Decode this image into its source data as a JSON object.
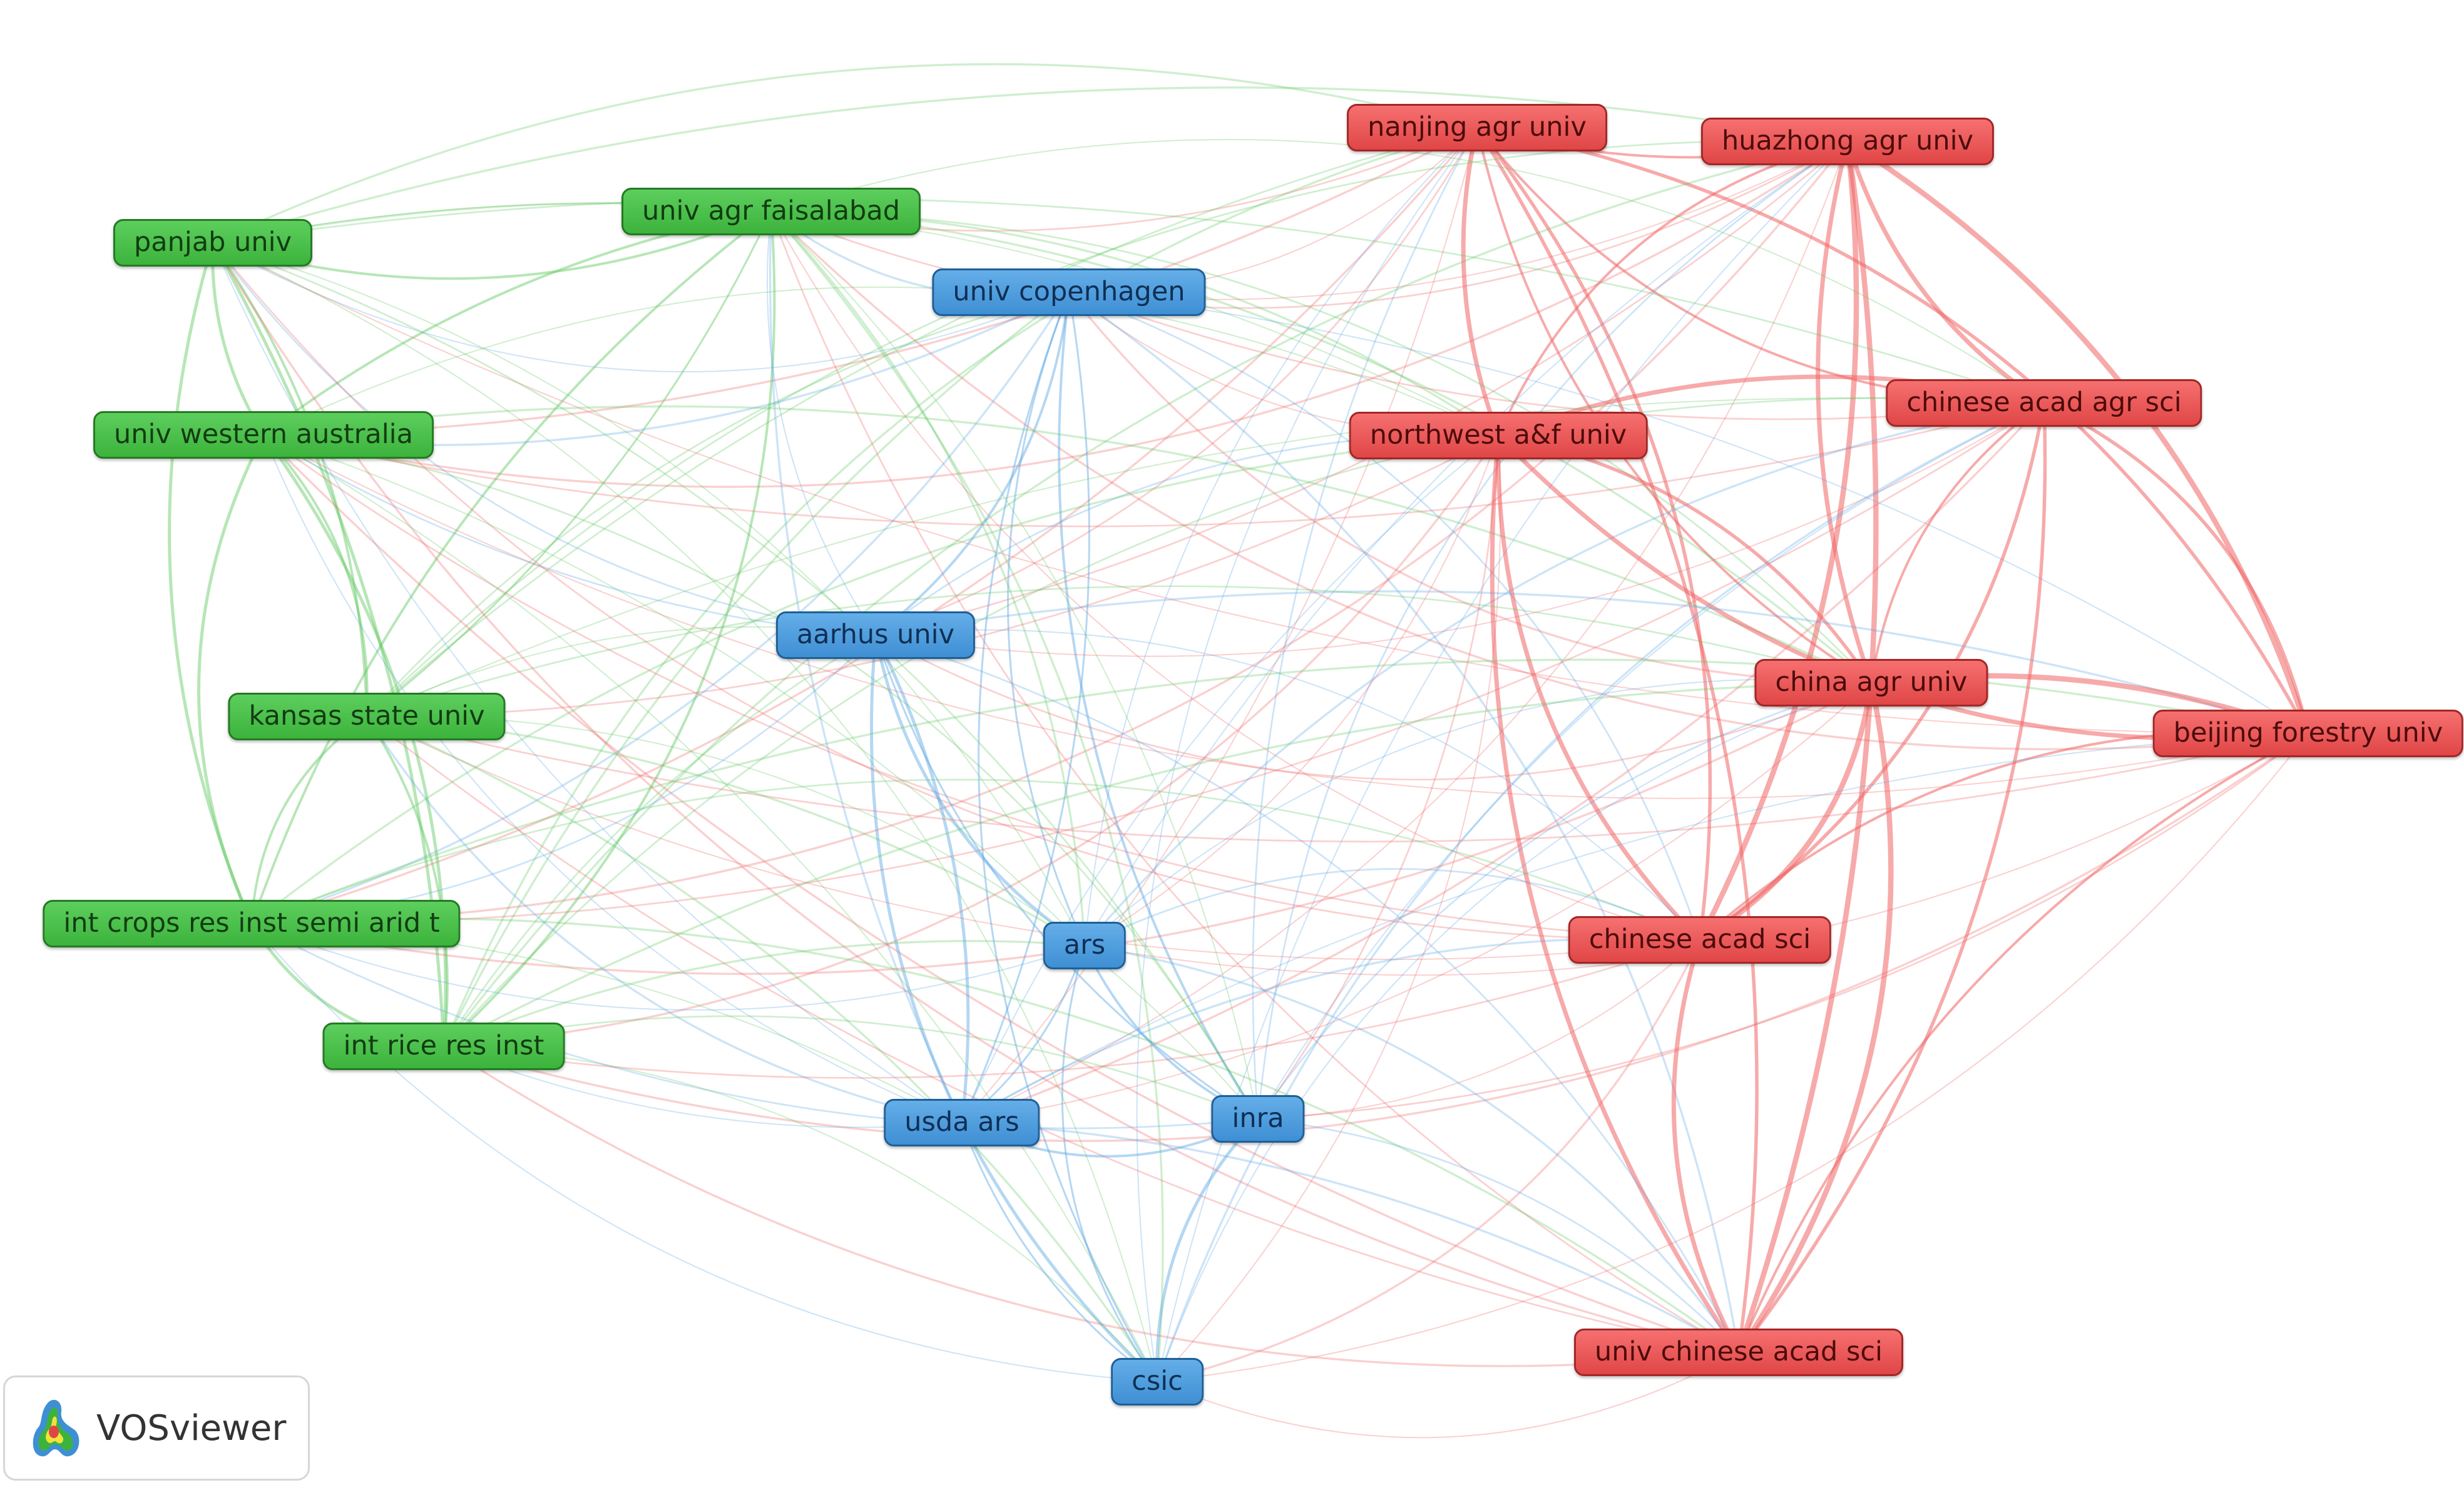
{
  "colors": {
    "green": "#3cb33c",
    "blue": "#3f8fd4",
    "red": "#e04646",
    "green_edge": "#60c860",
    "blue_edge": "#5aa7e3",
    "red_edge": "#f06464"
  },
  "nodes": [
    {
      "id": "nanjing",
      "label": "nanjing agr univ",
      "cluster": "red"
    },
    {
      "id": "huazhong",
      "label": "huazhong agr univ",
      "cluster": "red"
    },
    {
      "id": "faisalabad",
      "label": "univ agr faisalabad",
      "cluster": "green"
    },
    {
      "id": "panjab",
      "label": "panjab univ",
      "cluster": "green"
    },
    {
      "id": "copenhagen",
      "label": "univ copenhagen",
      "cluster": "blue"
    },
    {
      "id": "caas",
      "label": "chinese acad agr sci",
      "cluster": "red"
    },
    {
      "id": "uwa",
      "label": "univ western australia",
      "cluster": "green"
    },
    {
      "id": "nwafu",
      "label": "northwest a&f univ",
      "cluster": "red"
    },
    {
      "id": "aarhus",
      "label": "aarhus univ",
      "cluster": "blue"
    },
    {
      "id": "cau",
      "label": "china agr univ",
      "cluster": "red"
    },
    {
      "id": "bfu",
      "label": "beijing forestry univ",
      "cluster": "red"
    },
    {
      "id": "kansas",
      "label": "kansas state univ",
      "cluster": "green"
    },
    {
      "id": "icrisat",
      "label": "int crops res inst semi arid t",
      "cluster": "green"
    },
    {
      "id": "ars",
      "label": "ars",
      "cluster": "blue"
    },
    {
      "id": "cas",
      "label": "chinese acad sci",
      "cluster": "red"
    },
    {
      "id": "irri",
      "label": "int rice res inst",
      "cluster": "green"
    },
    {
      "id": "usda",
      "label": "usda ars",
      "cluster": "blue"
    },
    {
      "id": "inra",
      "label": "inra",
      "cluster": "blue"
    },
    {
      "id": "ucas",
      "label": "univ chinese acad sci",
      "cluster": "red"
    },
    {
      "id": "csic",
      "label": "csic",
      "cluster": "blue"
    }
  ],
  "logo": {
    "text": "VOSviewer",
    "icon": "vosviewer-density-icon"
  }
}
